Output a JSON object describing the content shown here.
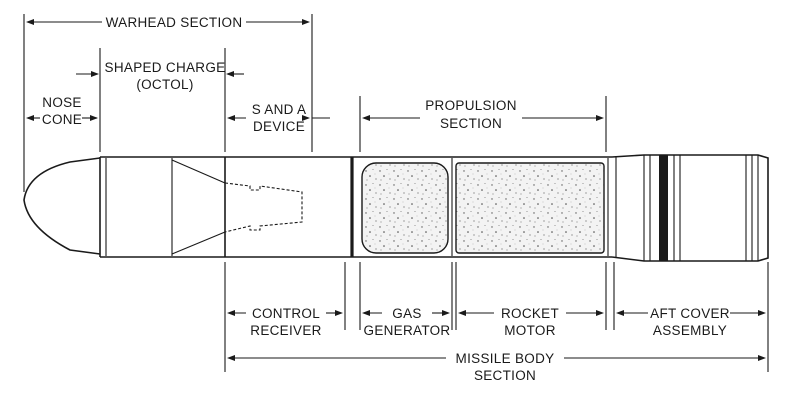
{
  "diagram": {
    "labels": {
      "warhead_section": "WARHEAD SECTION",
      "shaped_charge_1": "SHAPED CHARGE",
      "shaped_charge_2": "(OCTOL)",
      "nose_cone_1": "NOSE",
      "nose_cone_2": "CONE",
      "s_and_a_1": "S AND A",
      "s_and_a_2": "DEVICE",
      "propulsion_1": "PROPULSION",
      "propulsion_2": "SECTION",
      "control_receiver_1": "CONTROL",
      "control_receiver_2": "RECEIVER",
      "gas_generator_1": "GAS",
      "gas_generator_2": "GENERATOR",
      "rocket_motor_1": "ROCKET",
      "rocket_motor_2": "MOTOR",
      "aft_cover_1": "AFT COVER",
      "aft_cover_2": "ASSEMBLY",
      "missile_body_1": "MISSILE BODY",
      "missile_body_2": "SECTION"
    }
  }
}
